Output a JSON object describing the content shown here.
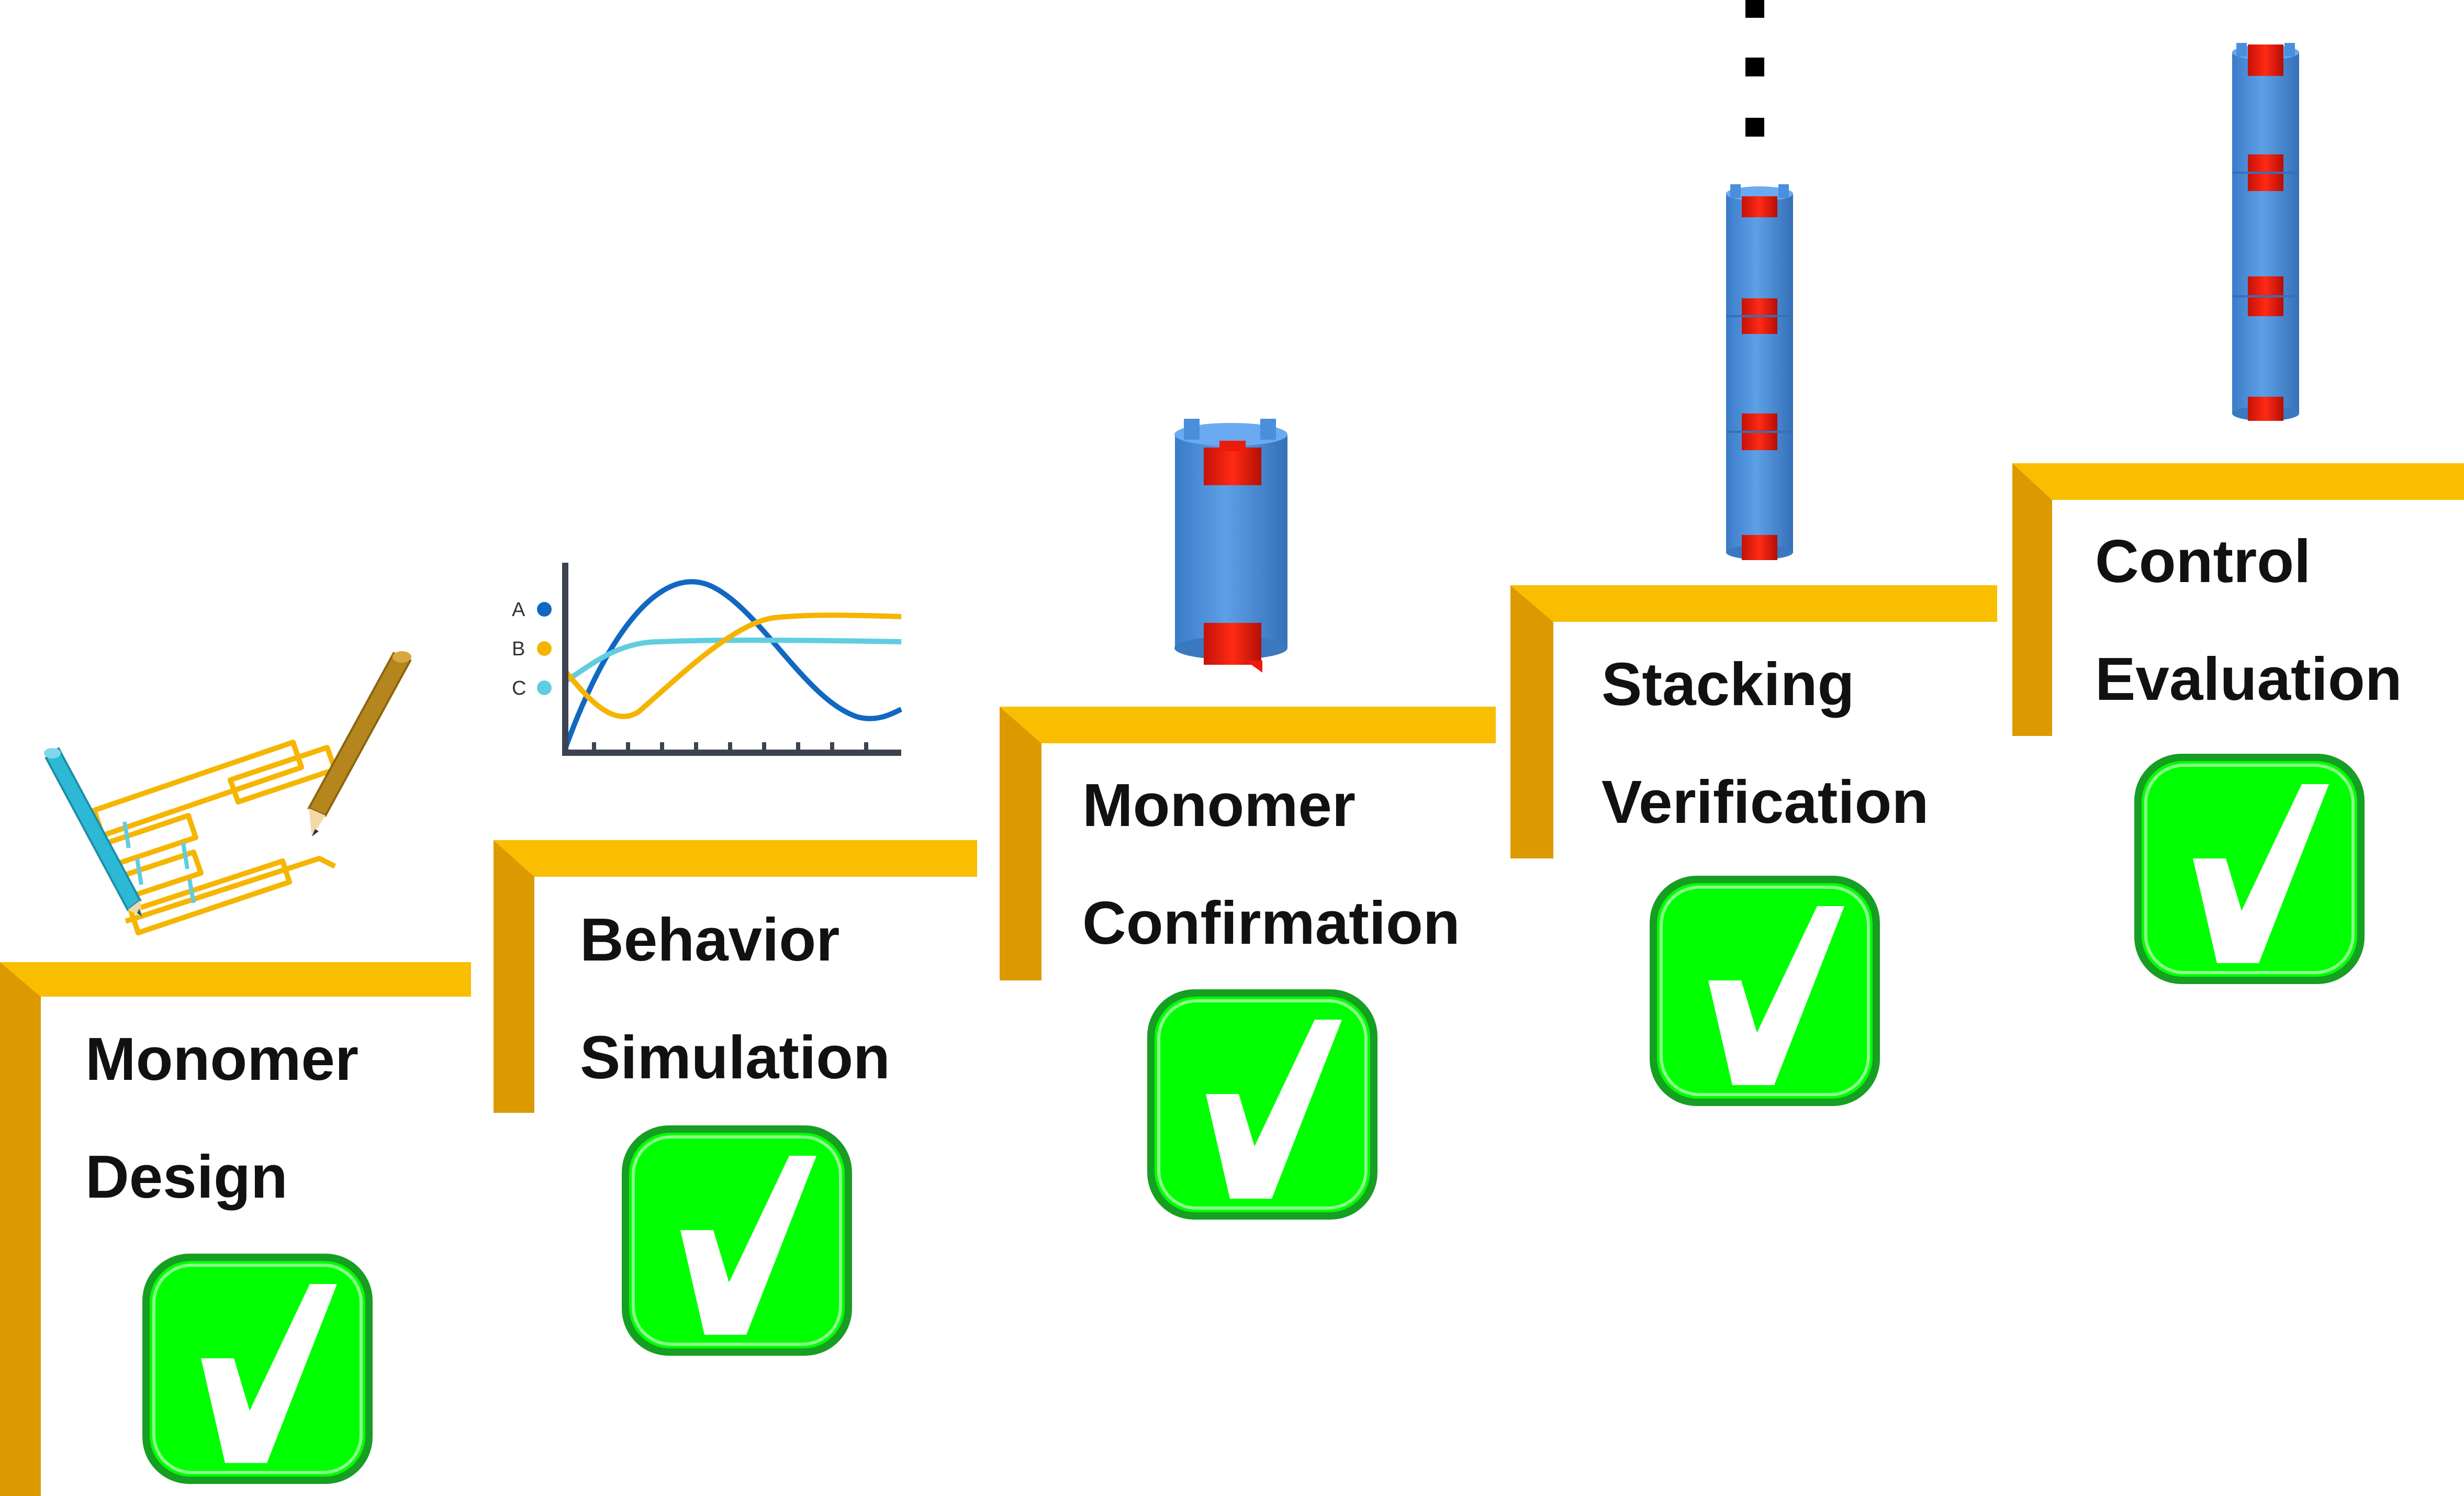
{
  "colors": {
    "step_top": "#F9BE00",
    "step_side": "#DC9A00",
    "check_fill": "#00FF00",
    "check_border": "#169F22",
    "tube_blue": "#4A8FDC",
    "tube_red": "#EE1B0C",
    "sketch_line": "#F6B500",
    "pencil_cyan": "#2DB9D6",
    "pencil_brown": "#B6861E",
    "series_a": "#1168C2",
    "series_b": "#F5B400",
    "series_c": "#60CDE0"
  },
  "steps": [
    {
      "line1": "Monomer",
      "line2": "Design",
      "status_icon": "checkmark-icon"
    },
    {
      "line1": "Behavior",
      "line2": "Simulation",
      "status_icon": "checkmark-icon"
    },
    {
      "line1": "Monomer",
      "line2": "Confirmation",
      "status_icon": "checkmark-icon"
    },
    {
      "line1": "Stacking",
      "line2": "Verification",
      "status_icon": "checkmark-icon"
    },
    {
      "line1": "Control",
      "line2": "Evaluation",
      "status_icon": "checkmark-icon"
    }
  ],
  "mini_chart": {
    "series_labels": [
      "A",
      "B",
      "C"
    ]
  },
  "tube_icons": {
    "monomer": "single-module-icon",
    "stack": "stacked-modules-icon",
    "control": "controlled-stack-icon",
    "continuation": "ellipsis-dots-icon"
  }
}
